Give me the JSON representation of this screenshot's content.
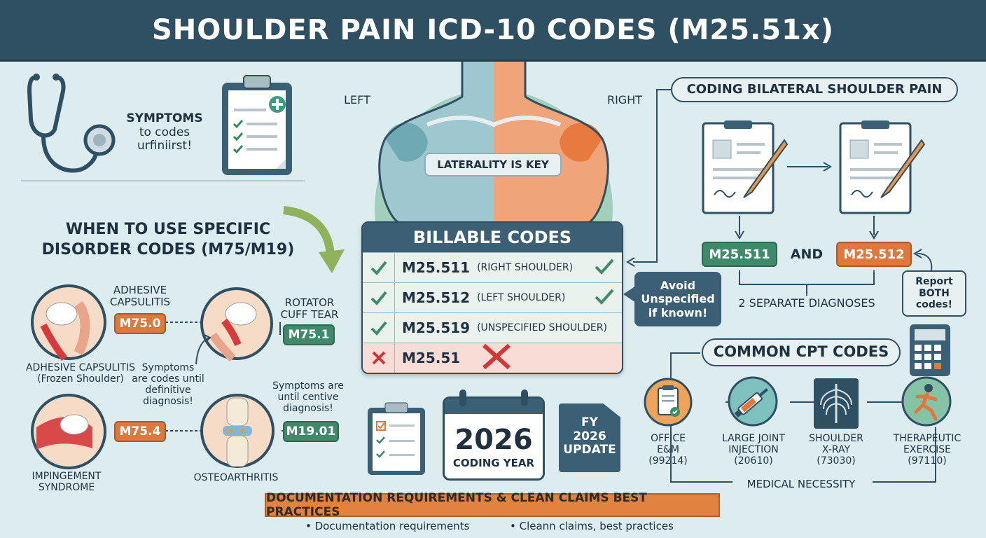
{
  "title": "SHOULDER PAIN ICD-10 CODES (M25.51x)",
  "symptoms_note": {
    "line1": "SYMPTOMS",
    "line2": "to codes",
    "line3": "urfiniirst!"
  },
  "specific_heading": {
    "line1": "WHEN TO USE SPECIFIC",
    "line2": "DISORDER CODES (M75/M19)"
  },
  "disorders": [
    {
      "name_top": "ADHESIVE",
      "name_bottom": "CAPSULITIS",
      "code": "M75.0",
      "caption_top": "ADHESIVE CAPSULITIS",
      "caption_bottom": "(Frozen Shoulder)"
    },
    {
      "name_top": "ROTATOR",
      "name_bottom": "CUFF TEAR",
      "code": "M75.1"
    },
    {
      "code": "M75.4",
      "caption_top": "IMPINGEMENT",
      "caption_bottom": "SYNDROME"
    },
    {
      "code": "M19.01",
      "caption": "OSTEOARTHRITIS"
    }
  ],
  "symptom_notes": [
    {
      "l1": "Symptoms",
      "l2": "are codes until",
      "l3": "definitive",
      "l4": "diagnosis!"
    },
    {
      "l1": "Symptoms are",
      "l2": "until centive",
      "l3": "diagnosis!"
    }
  ],
  "torso": {
    "left_label": "LEFT",
    "right_label": "RIGHT",
    "center_label": "LATERALITY IS KEY"
  },
  "billable": {
    "heading": "BILLABLE CODES",
    "rows": [
      {
        "code": "M25.511",
        "desc": "(RIGHT SHOULDER)",
        "status": "check",
        "right_check": true
      },
      {
        "code": "M25.512",
        "desc": "(LEFT SHOULDER)",
        "status": "check",
        "right_check": true
      },
      {
        "code": "M25.519",
        "desc": "(UNSPECIFIED SHOULDER)",
        "status": "check",
        "right_check": false
      },
      {
        "code": "M25.51",
        "desc": "",
        "status": "cross",
        "right_check": false
      }
    ]
  },
  "avoid_note": {
    "l1": "Avoid",
    "l2": "Unspecified",
    "l3": "if known!"
  },
  "bilateral": {
    "heading": "CODING BILATERAL SHOULDER PAIN",
    "code_right": "M25.511",
    "and_label": "AND",
    "code_left": "M25.512",
    "separate": "2 SEPARATE DIAGNOSES",
    "report": {
      "l1": "Report",
      "l2": "BOTH",
      "l3": "codes!"
    }
  },
  "year": {
    "number": "2026",
    "label": "CODING YEAR",
    "fy_l1": "FY",
    "fy_l2": "2026",
    "fy_l3": "UPDATE"
  },
  "cpt": {
    "heading": "COMMON CPT CODES",
    "items": [
      {
        "l1": "OFFICE",
        "l2": "E&M",
        "l3": "(99214)",
        "icon": "clipboard-icon"
      },
      {
        "l1": "LARGE JOINT",
        "l2": "INJECTION",
        "l3": "(20610)",
        "icon": "syringe-icon"
      },
      {
        "l1": "SHOULDER",
        "l2": "X-RAY",
        "l3": "(73030)",
        "icon": "xray-icon"
      },
      {
        "l1": "THERAPEUTIC",
        "l2": "EXERCISE",
        "l3": "(97110)",
        "icon": "exercise-icon"
      }
    ],
    "necessity": "MEDICAL NECESSITY"
  },
  "footer": {
    "banner": "DOCUMENTATION REQUIREMENTS & CLEAN CLAIMS BEST PRACTICES",
    "bullet1": "• Documentation requirements",
    "bullet2": "• Cleann claims, best practices"
  },
  "colors": {
    "header": "#2f4f63",
    "orange": "#e0773d",
    "green": "#3f8a6b",
    "background": "#dcecef"
  }
}
